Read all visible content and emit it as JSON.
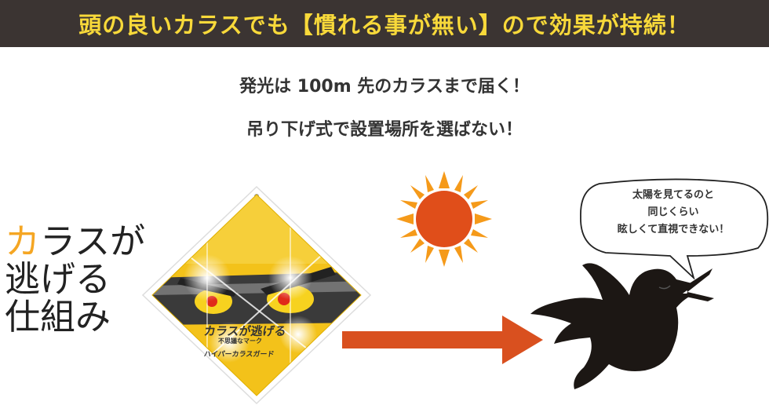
{
  "banner": {
    "text": "頭の良いカラスでも【慣れる事が無い】ので効果が持続！"
  },
  "subheadings": {
    "line1": "発光は 100m 先のカラスまで届く！",
    "line2": "吊り下げ式で設置場所を選ばない！"
  },
  "mechanism_title": {
    "first_char": "カ",
    "line1_rest": "ラスが",
    "line2": "逃げる",
    "line3": "仕組み"
  },
  "sign": {
    "title": "カラスが逃げる",
    "subtitle": "不思議なマーク",
    "brand": "ハイパーカラスガード"
  },
  "speech_bubble": {
    "line1": "太陽を見てるのと",
    "line2": "同じくらい",
    "line3": "眩しくて直視できない！"
  },
  "colors": {
    "banner_bg": "#3b3432",
    "banner_text": "#f8d93a",
    "accent_orange": "#f5a623",
    "arrow": "#d9501f",
    "sun_core": "#e04e1a",
    "sun_rays": "#f59a1a",
    "sign_yellow": "#f3c21a",
    "crow": "#1c1714"
  },
  "icons": [
    "sun-icon",
    "arrow-right-icon",
    "crow-silhouette",
    "speech-bubble"
  ]
}
